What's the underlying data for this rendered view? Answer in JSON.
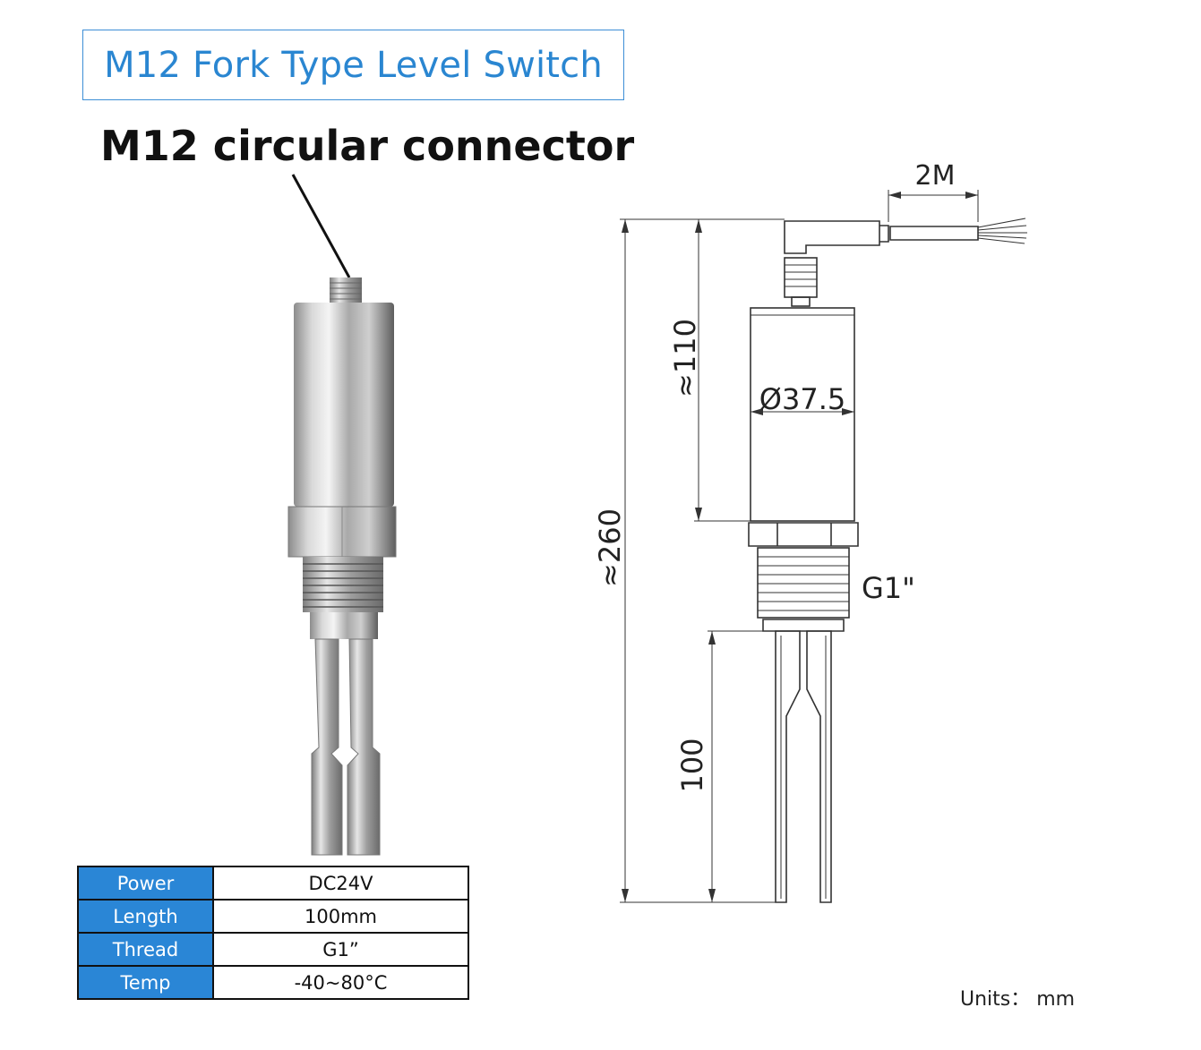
{
  "title": "M12 Fork Type Level Switch",
  "connector_label": "M12 circular connector",
  "dimensions": {
    "cable_length": "2M",
    "upper_height": "≈110",
    "total_height": "≈260",
    "diameter": "Ø37.5",
    "thread": "G1\"",
    "fork_length": "100"
  },
  "specs": [
    {
      "label": "Power",
      "value": "DC24V"
    },
    {
      "label": "Length",
      "value": "100mm"
    },
    {
      "label": "Thread",
      "value": "G1”"
    },
    {
      "label": "Temp",
      "value": "-40~80°C"
    }
  ],
  "units": "Units： mm",
  "colors": {
    "accent": "#2a86d6",
    "title": "#2a86d1"
  }
}
